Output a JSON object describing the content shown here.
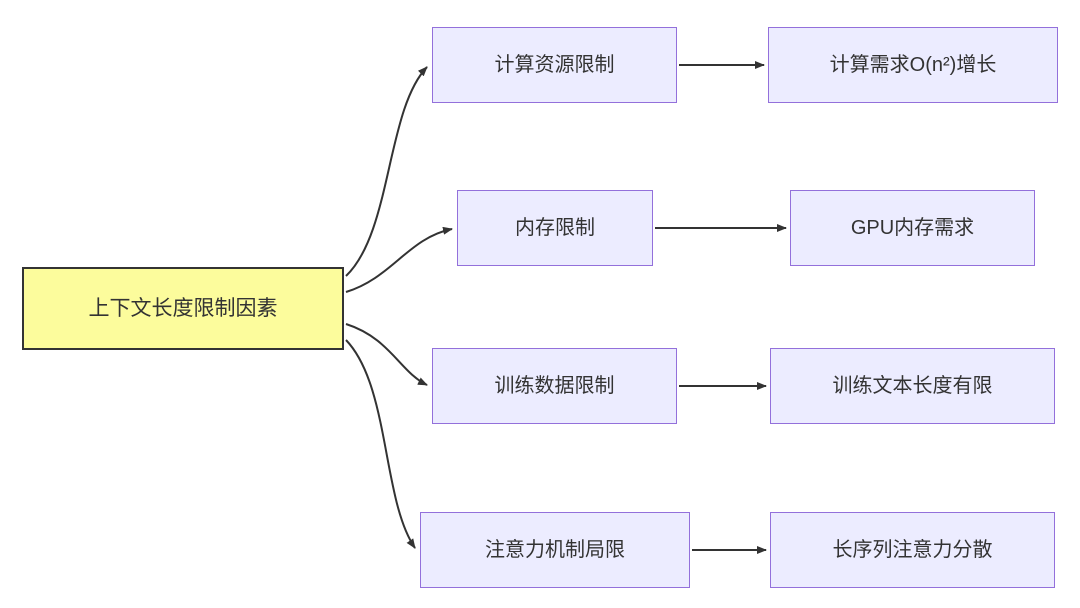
{
  "diagram": {
    "root": {
      "label": "上下文长度限制因素"
    },
    "branches": [
      {
        "cause": {
          "label": "计算资源限制"
        },
        "effect": {
          "label": "计算需求O(n²)增长"
        }
      },
      {
        "cause": {
          "label": "内存限制"
        },
        "effect": {
          "label": "GPU内存需求"
        }
      },
      {
        "cause": {
          "label": "训练数据限制"
        },
        "effect": {
          "label": "训练文本长度有限"
        }
      },
      {
        "cause": {
          "label": "注意力机制局限"
        },
        "effect": {
          "label": "长序列注意力分散"
        }
      }
    ],
    "colors": {
      "background": "#FFFFFF",
      "root_fill": "#FCFC9C",
      "root_border": "#333333",
      "node_fill": "#ECECFF",
      "node_border": "#9370DB",
      "edge": "#333333",
      "text": "#333333"
    }
  }
}
